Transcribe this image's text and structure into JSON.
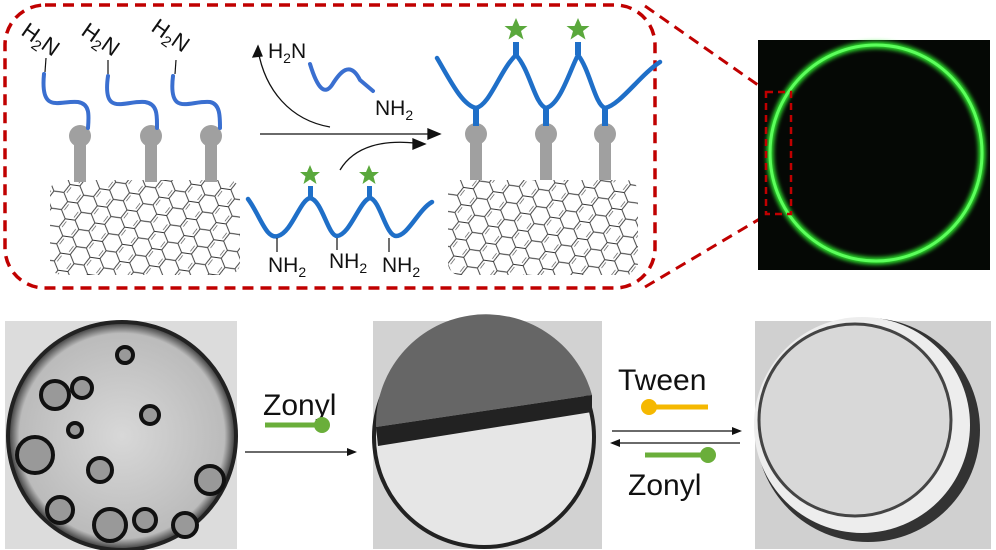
{
  "scheme": {
    "surface_amines": [
      {
        "pre": "H",
        "sub": "2",
        "post": "N"
      },
      {
        "pre": "H",
        "sub": "2",
        "post": "N"
      },
      {
        "pre": "H",
        "sub": "2",
        "post": "N"
      }
    ],
    "released_chain": {
      "start": {
        "pre": "H",
        "sub": "2",
        "post": "N"
      },
      "end": {
        "pre": "NH",
        "sub": "2"
      }
    },
    "incoming_polymer_amines": [
      {
        "pre": "NH",
        "sub": "2"
      },
      {
        "pre": "NH",
        "sub": "2"
      },
      {
        "pre": "NH",
        "sub": "2"
      }
    ]
  },
  "bottom": {
    "step1_label": "Zonyl",
    "step2_top_label": "Tween",
    "step2_bottom_label": "Zonyl"
  },
  "colors": {
    "dashed_frame": "#c00000",
    "polymer_blue": "#1f6fc8",
    "linker_gray": "#a0a0a0",
    "star_green": "#5aa83c",
    "fluorescence_green": "#2ee82e",
    "zonyl_green": "#6aae3a",
    "tween_yellow": "#f5b800"
  }
}
